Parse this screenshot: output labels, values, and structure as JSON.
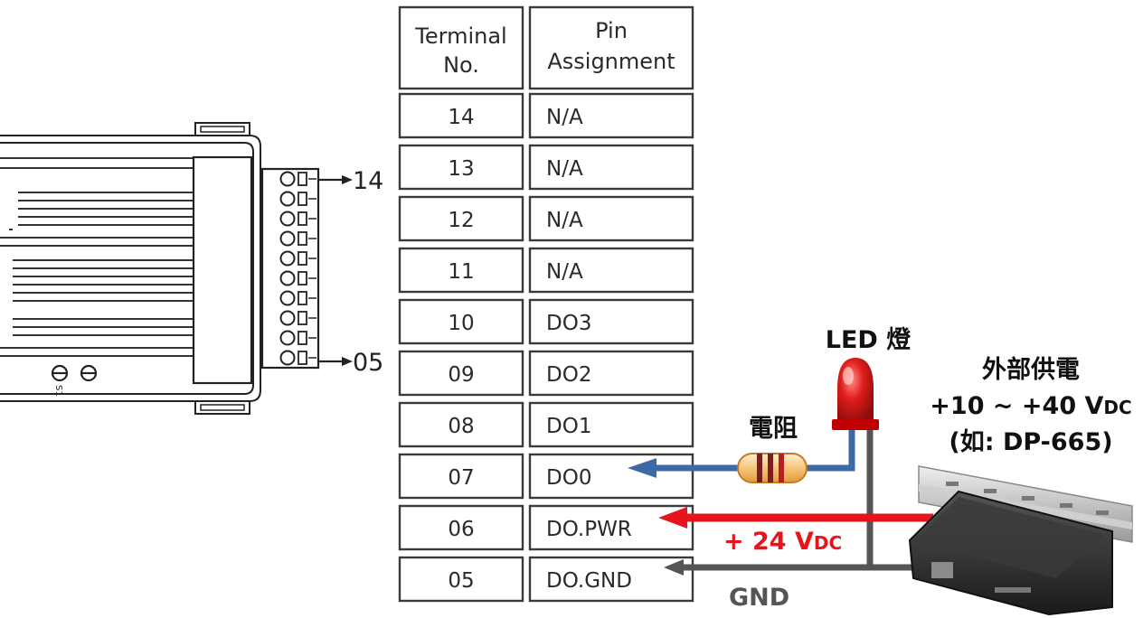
{
  "table": {
    "header": {
      "terminal_line1": "Terminal",
      "terminal_line2": "No.",
      "pin_line1": "Pin",
      "pin_line2": "Assignment"
    },
    "rows": [
      {
        "terminal": "14",
        "pin": "N/A"
      },
      {
        "terminal": "13",
        "pin": "N/A"
      },
      {
        "terminal": "12",
        "pin": "N/A"
      },
      {
        "terminal": "11",
        "pin": "N/A"
      },
      {
        "terminal": "10",
        "pin": "DO3"
      },
      {
        "terminal": "09",
        "pin": "DO2"
      },
      {
        "terminal": "08",
        "pin": "DO1"
      },
      {
        "terminal": "07",
        "pin": "DO0"
      },
      {
        "terminal": "06",
        "pin": "DO.PWR"
      },
      {
        "terminal": "05",
        "pin": "DO.GND"
      }
    ]
  },
  "device": {
    "top_terminal_label": "14",
    "bottom_terminal_label": "05",
    "side_mark": "S1"
  },
  "labels": {
    "led": "LED 燈",
    "resistor": "電阻",
    "power_title": "外部供電",
    "power_range_main": "+10 ~ +40 V",
    "power_range_sub": "DC",
    "power_example": "(如: DP-665)",
    "v24_main": "+ 24 V",
    "v24_sub": "DC",
    "gnd": "GND"
  },
  "colors": {
    "do0_wire": "#3d6aa6",
    "pwr_wire": "#e8141b",
    "gnd_wire": "#555555",
    "v24_text": "#e8141b",
    "led": "#e01010"
  }
}
